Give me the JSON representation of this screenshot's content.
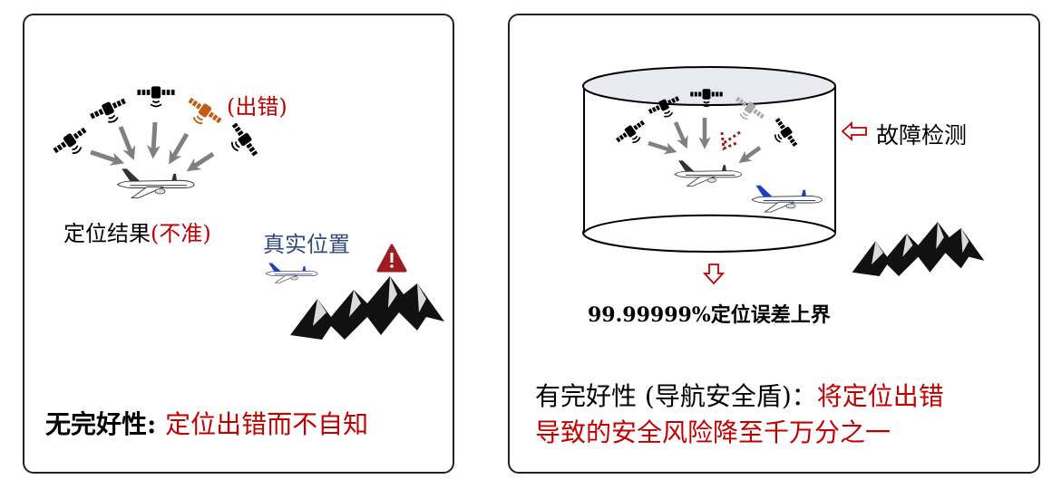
{
  "colors": {
    "error_red": "#c00000",
    "fault_orange": "#c55a11",
    "true_pos_blue": "#2f4a7a",
    "arrow_gray": "#808080",
    "warning": "#a01c22"
  },
  "left_panel": {
    "error_label": "(出错)",
    "result_label": "定位结果",
    "result_flag": "(不准)",
    "true_position_label": "真实位置",
    "caption_prefix": "无完好性: ",
    "caption_highlight": "定位出错而不自知"
  },
  "right_panel": {
    "fault_detection_label": "故障检测",
    "bound_label": "99.99999%定位误差上界",
    "caption_prefix": "有完好性 (导航安全盾)：",
    "caption_highlight_line1": "将定位出错",
    "caption_highlight_line2": "导致的安全风险降至千万分之一"
  },
  "icons": [
    "satellite-icon",
    "airplane-icon",
    "warning-icon",
    "mountain-icon",
    "arrow-left-icon",
    "arrow-down-icon"
  ]
}
